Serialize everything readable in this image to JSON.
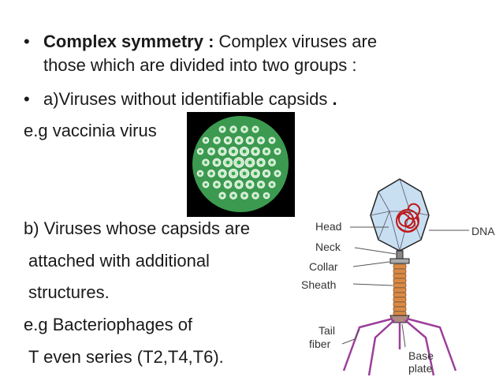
{
  "slide": {
    "bullet1_term": "Complex symmetry :",
    "bullet1_rest": " Complex viruses are",
    "bullet1_line2": "those which are divided into two groups :",
    "bullet2_text": "a)Viruses without identifiable capsids",
    "bullet2_mark": " .",
    "eg1": "e.g vaccinia virus",
    "b_line1": "b) Viruses whose capsids are",
    "b_line2": "attached with additional",
    "b_line3": "structures.",
    "eg2_line1": "e.g Bacteriophages of",
    "eg2_line2": "T even series (T2,T4,T6)."
  },
  "diagram": {
    "head": "Head",
    "neck": "Neck",
    "collar": "Collar",
    "sheath": "Sheath",
    "tail": "Tail",
    "fiber": "fiber",
    "dna": "DNA",
    "base": "Base",
    "plate": "plate"
  },
  "colors": {
    "virus_green": "#2fa84a",
    "virus_light": "#cde8cc",
    "capsid_blue": "#c8dff2",
    "dna_red": "#c01818",
    "sheath_orange": "#d98a45",
    "fiber_purple": "#9b3f9a"
  }
}
